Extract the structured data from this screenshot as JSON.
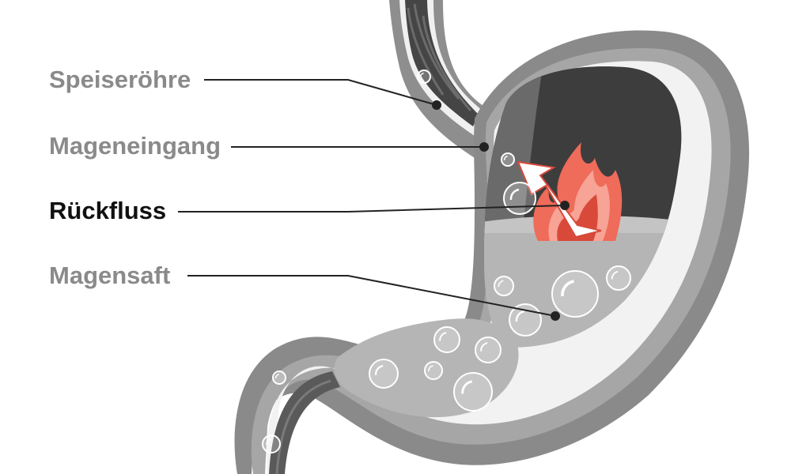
{
  "labels": {
    "esophagus": "Speiseröhre",
    "cardia": "Mageneingang",
    "reflux": "Rückfluss",
    "gastric_juice": "Magensaft"
  },
  "colors": {
    "wall_outer": "#7d7d7d",
    "wall_light": "#9e9e9e",
    "lining": "#f2f2f2",
    "cavity_dark": "#3d3d3d",
    "fluid": "#b9b9b9",
    "flame": "#ef6b5a",
    "flame_dark": "#d8493a",
    "label_muted": "#8a8a8a",
    "label_strong": "#111111"
  },
  "icons": [
    "flame-icon",
    "reflux-arrow-icon",
    "bubble-icon"
  ]
}
